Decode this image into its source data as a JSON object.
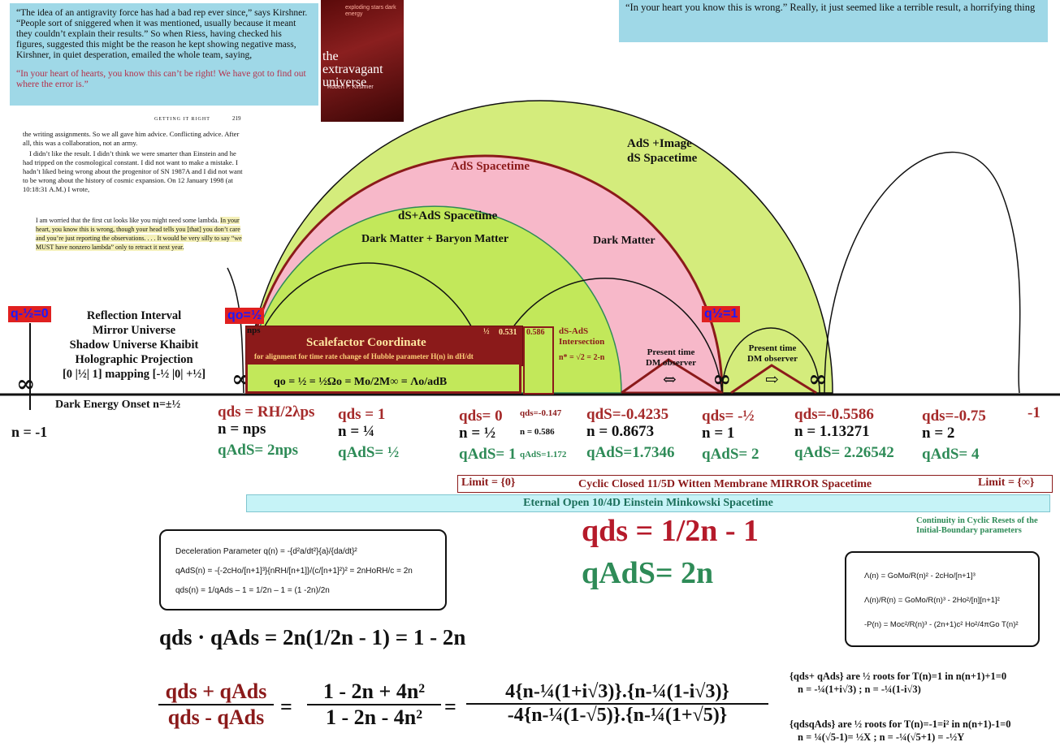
{
  "quotes": {
    "top_left": "“The idea of an antigravity force has had a bad rep ever since,” says Kirshner. “People sort of sniggered when it was mentioned, usually because it meant they couldn’t explain their results.” So when Riess, having checked his figures, suggested this might be the reason he kept showing negative mass, Kirshner, in quiet desperation, emailed the whole team, saying,",
    "top_left_red": "“In your heart of hearts, you know this can’t be right! We have got to find out where the error is.”",
    "top_right": "“In your heart you know this is wrong.” Really, it just seemed like a terrible result, a horrifying thing"
  },
  "book": {
    "title_small": "exploding stars dark energy",
    "title": "the extravagant universe",
    "author": "Robert P. Kirshner"
  },
  "book_page": {
    "header_left": "GETTING IT RIGHT",
    "header_right": "219",
    "para1": "the writing assignments. So we all gave him advice. Conflicting advice. After all, this was a collaboration, not an army.",
    "para2": "I didn’t like the result. I didn’t think we were smarter than Einstein and he had tripped on the cosmological constant. I did not want to make a mistake. I hadn’t liked being wrong about the progenitor of SN 1987A and I did not want to be wrong about the history of cosmic expansion. On 12 January 1998 (at 10:18:31 A.M.) I wrote,",
    "quote_pre": "I am worried that the first cut looks like you might need some lambda.",
    "quote_highlight": "In your heart, you know this is wrong, though your head tells you [that] you don’t care and you’re just reporting the observations. . . . It would be very silly to say “we MUST have nonzero lambda” only to retract it next year."
  },
  "regions": {
    "ads_image": "AdS +Image",
    "ds_spacetime": "dS Spacetime",
    "ads_spacetime": "AdS Spacetime",
    "ds_ads": "dS+AdS Spacetime",
    "dm_bm": "Dark Matter + Baryon Matter",
    "dark_matter": "Dark Matter"
  },
  "left_labels": {
    "l1": "Reflection Interval",
    "l2": "Mirror Universe",
    "l3": "Shadow Universe Khaibit",
    "l4": "Holographic Projection",
    "l5": "[0 |½| 1] mapping [-½ |0| +½]",
    "onset": "Dark Energy Onset n=±½",
    "n_minus1": "n = -1"
  },
  "tags": {
    "q_minus_half": "q-½=0",
    "q_o_half": "qo=½",
    "q_half_1": "q½=1"
  },
  "scalefactor": {
    "nps": "nps",
    "title": "Scalefactor Coordinate",
    "subtitle": "for alignment for time rate change of  Hubble parameter H(n) in dH/dt",
    "half": "½",
    "v531": "0.531",
    "v586": "0.586",
    "ds_ads_int": "dS-AdS Intersection",
    "nstar": "n* = √2 = 2-n",
    "equation": "qo = ½ = ½Ωo = Mo/2M∞ = Λo/adB"
  },
  "observers": {
    "present1": "Present time DM observer",
    "present2": "Present time DM observer"
  },
  "columns": [
    {
      "qds": "qds = RH/2λps",
      "n": "n  = nps",
      "qads": "qAdS= 2nps"
    },
    {
      "qds": "qds = 1",
      "n": "n  = ¼",
      "qads": "qAdS= ½"
    },
    {
      "qds": "qds= 0",
      "qds_small": "qds=-0.147",
      "n": "n  = ½",
      "n_small": "n = 0.586",
      "qads": "qAdS= 1",
      "qads_small": "qAdS=1.172"
    },
    {
      "qds": "qdS=-0.4235",
      "n": "n = 0.8673",
      "qads": "qAdS=1.7346"
    },
    {
      "qds": "qds= -½",
      "n": "n = 1",
      "qads": "qAdS= 2"
    },
    {
      "qds": "qds=-0.5586",
      "n": "n = 1.13271",
      "qads": "qAdS= 2.26542"
    },
    {
      "qds": "qds=-0.75",
      "n": "n  = 2",
      "qads": "qAdS= 4"
    }
  ],
  "minus_one": "-1",
  "bars": {
    "limit0": "Limit = {0}",
    "cyclic": "Cyclic  Closed 11/5D Witten Membrane MIRROR Spacetime",
    "limit_inf": "Limit = {∞}",
    "eternal": "Eternal Open 10/4D Einstein Minkowski Spacetime"
  },
  "continuity": "Continuity in Cyclic Resets of the Initial-Boundary parameters",
  "decel_box": {
    "l1": "Deceleration Parameter   q(n) = -{d²a/dt²}{a}/{da/dt}²",
    "l2": "qAdS(n) = -{-2cHo/[n+1]³}{nRH/[n+1]}/(c/[n+1]²)² = 2nHoRH/c = 2n",
    "l3": "qds(n) = 1/qAds – 1 = 1/2n – 1 = (1 -2n)/2n"
  },
  "big_formulas": {
    "qds": "qds =  1/2n  - 1",
    "qads": "qAdS=   2n"
  },
  "lambda_box": {
    "l1": "Λ(n) = GoMo/R(n)² - 2cHo/[n+1]³",
    "l2": "Λ(n)/R(n) = GoMo/R(n)³ - 2Ho²/[n][n+1]²",
    "l3": "-P(n) = Moc²/R(n)³  -  (2n+1)c² Ho²/4πGo T(n)²"
  },
  "product": "qds · qAds   =   2n(1/2n - 1) = 1 - 2n",
  "ratio": {
    "num_left": "qds + qAds",
    "den_left": "qds - qAds",
    "num_mid": "1 - 2n + 4n²",
    "den_mid": "1 - 2n -  4n²",
    "num_right": "4{n-¼(1+i√3)}.{n-¼(1-i√3)}",
    "den_right": "-4{n-¼(1-√5)}.{n-¼(1+√5)}"
  },
  "roots": {
    "r1a": "{qds+ qAds} are ½ roots for T(n)=1 in n(n+1)+1=0",
    "r1b": "n = -¼(1+i√3)  ; n = -¼(1-i√3)",
    "r2a": "{qdsqAds} are ½ roots for T(n)=-1=i² in n(n+1)-1=0",
    "r2b": "n = ¼(√5-1)= ½X ; n = -¼(√5+1) = -½Y"
  },
  "colors": {
    "light_green": "#d4ec7c",
    "pink": "#f7b8c9",
    "green_fill": "#c2e85a",
    "maroon": "#8b1a1a",
    "cyan": "#c6f3f7",
    "blue_box": "#9fd8e7"
  }
}
